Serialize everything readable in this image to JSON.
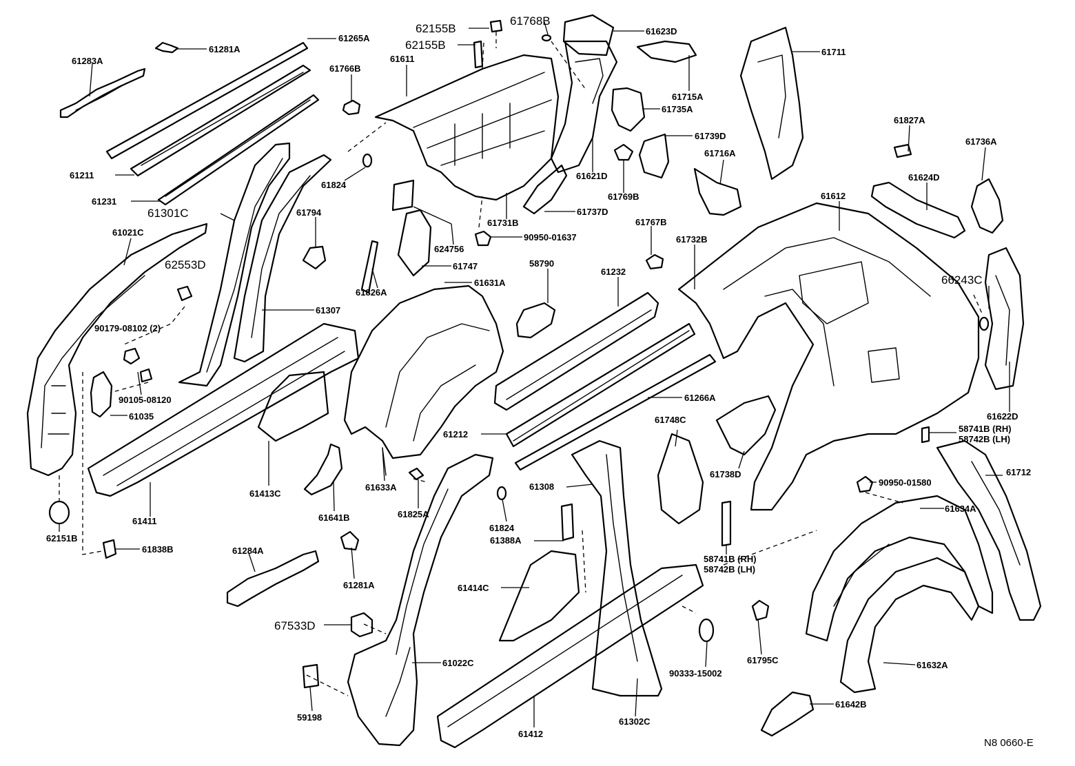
{
  "diagram_code": "N8 0660-E",
  "labels": {
    "p61281A_top": "61281A",
    "p61265A": "61265A",
    "p61283A": "61283A",
    "p62155B_a": "62155B",
    "p62155B_b": "62155B",
    "p61768B": "61768B",
    "p61623D": "61623D",
    "p61711": "61711",
    "p61611": "61611",
    "p61766B": "61766B",
    "p61715A": "61715A",
    "p61735A": "61735A",
    "p61211": "61211",
    "p61231": "61231",
    "p61739D": "61739D",
    "p61716A": "61716A",
    "p61827A": "61827A",
    "p61736A": "61736A",
    "p61824_top": "61824",
    "p61621D": "61621D",
    "p61769B": "61769B",
    "p61624D": "61624D",
    "p61301C": "61301C",
    "p61794": "61794",
    "p61737D": "61737D",
    "p61612": "61612",
    "p61021C": "61021C",
    "p61731B": "61731B",
    "p61767B": "61767B",
    "p624756": "624756",
    "p90950_01637": "90950-01637",
    "p62553D": "62553D",
    "p61732B": "61732B",
    "p58790": "58790",
    "p61747": "61747",
    "p61232": "61232",
    "p66243C": "66243C",
    "p61631A": "61631A",
    "p61826A": "61826A",
    "p61307": "61307",
    "p90179": "90179-08102 (2)",
    "p90105": "90105-08120",
    "p61035": "61035",
    "p61266A": "61266A",
    "p61622D": "61622D",
    "p61212": "61212",
    "p58741B_rh_1": "58741B (RH)",
    "p58742B_lh_1": "58742B (LH)",
    "p61748C": "61748C",
    "p61413C": "61413C",
    "p61738D": "61738D",
    "p61712": "61712",
    "p61633A": "61633A",
    "p90950_01580": "90950-01580",
    "p61411": "61411",
    "p61641B": "61641B",
    "p61825A": "61825A",
    "p61308": "61308",
    "p61634A": "61634A",
    "p61824_mid": "61824",
    "p61388A": "61388A",
    "p62151B": "62151B",
    "p61838B": "61838B",
    "p58741B_rh_2": "58741B (RH)",
    "p58742B_lh_2": "58742B (LH)",
    "p61284A": "61284A",
    "p61281A_bottom": "61281A",
    "p61414C": "61414C",
    "p67533D": "67533D",
    "p61795C": "61795C",
    "p61632A": "61632A",
    "p90333_15002": "90333-15002",
    "p61022C": "61022C",
    "p59198": "59198",
    "p61412": "61412",
    "p61302C": "61302C",
    "p61642B": "61642B"
  }
}
